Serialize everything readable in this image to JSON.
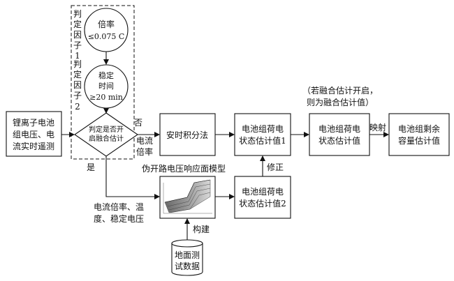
{
  "dashed_group": {
    "factor1_label": [
      "判",
      "定",
      "因",
      "子",
      "1"
    ],
    "factor2_label": [
      "判",
      "定",
      "因",
      "子",
      "2"
    ]
  },
  "nodes": {
    "circle_rate": [
      "倍率",
      "≤0.075 C"
    ],
    "circle_time": [
      "稳定",
      "时间",
      "≥20 min"
    ],
    "decision": [
      "判定是否开",
      "启融合估计"
    ],
    "input": [
      "锂离子电池",
      "组电压、电",
      "流实时遥测"
    ],
    "ampere": [
      "安时积分法"
    ],
    "soc1": [
      "电池组荷电",
      "状态估计值1"
    ],
    "soc2": [
      "电池组荷电",
      "状态估计值2"
    ],
    "soc_final": [
      "电池组荷电",
      "状态估计值"
    ],
    "remaining": [
      "电池组剩余",
      "容量估计值"
    ],
    "ground_data": [
      "地面测",
      "试数据"
    ]
  },
  "labels": {
    "no": "否",
    "yes": "是",
    "current_rate": [
      "电流",
      "倍率"
    ],
    "model_title": "伪开路电压响应面模型",
    "correct": "修正",
    "fusion_note": [
      "（若融合估计开启，",
      "则为融合估计值）"
    ],
    "mapping": "映射",
    "inputs": [
      "电流倍率、温",
      "度、稳定电压"
    ],
    "build": "构建"
  },
  "colors": {
    "line": "#111111",
    "surface_dark": "#555555",
    "surface_light": "#cfcfcf"
  }
}
